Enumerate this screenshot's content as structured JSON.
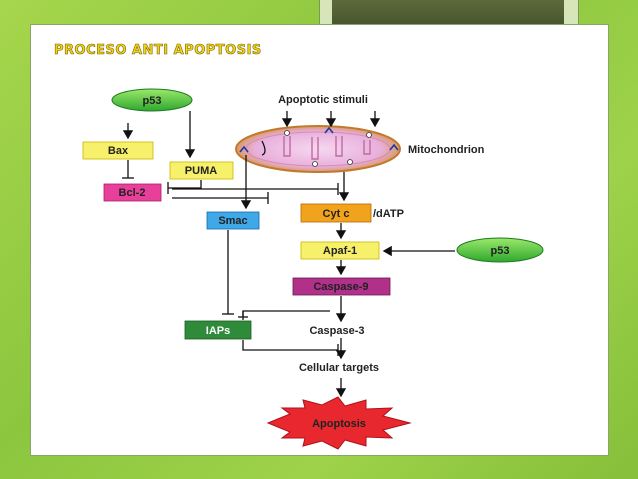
{
  "title": "PROCESO ANTI  APOPTOSIS",
  "nodes": {
    "p53_top": "p53",
    "apoptotic_stimuli": "Apoptotic stimuli",
    "bax": "Bax",
    "puma": "PUMA",
    "mitochondrion": "Mitochondrion",
    "bcl2": "Bcl-2",
    "smac": "Smac",
    "cytc": "Cyt c",
    "datp": "/dATP",
    "apaf1": "Apaf-1",
    "p53_right": "p53",
    "caspase9": "Caspase-9",
    "iaps": "IAPs",
    "caspase3": "Caspase-3",
    "cellular_targets": "Cellular targets",
    "apoptosis": "Apoptosis"
  },
  "colors": {
    "p53": "#3fbf3f",
    "bax": "#f7f06a",
    "puma": "#f7f06a",
    "bcl2": "#e8409a",
    "smac": "#3ea8e8",
    "cytc": "#f2a31e",
    "apaf1": "#f7f06a",
    "caspase9": "#b0308a",
    "iaps": "#2e8b3a",
    "apoptosis": "#e8282e"
  }
}
